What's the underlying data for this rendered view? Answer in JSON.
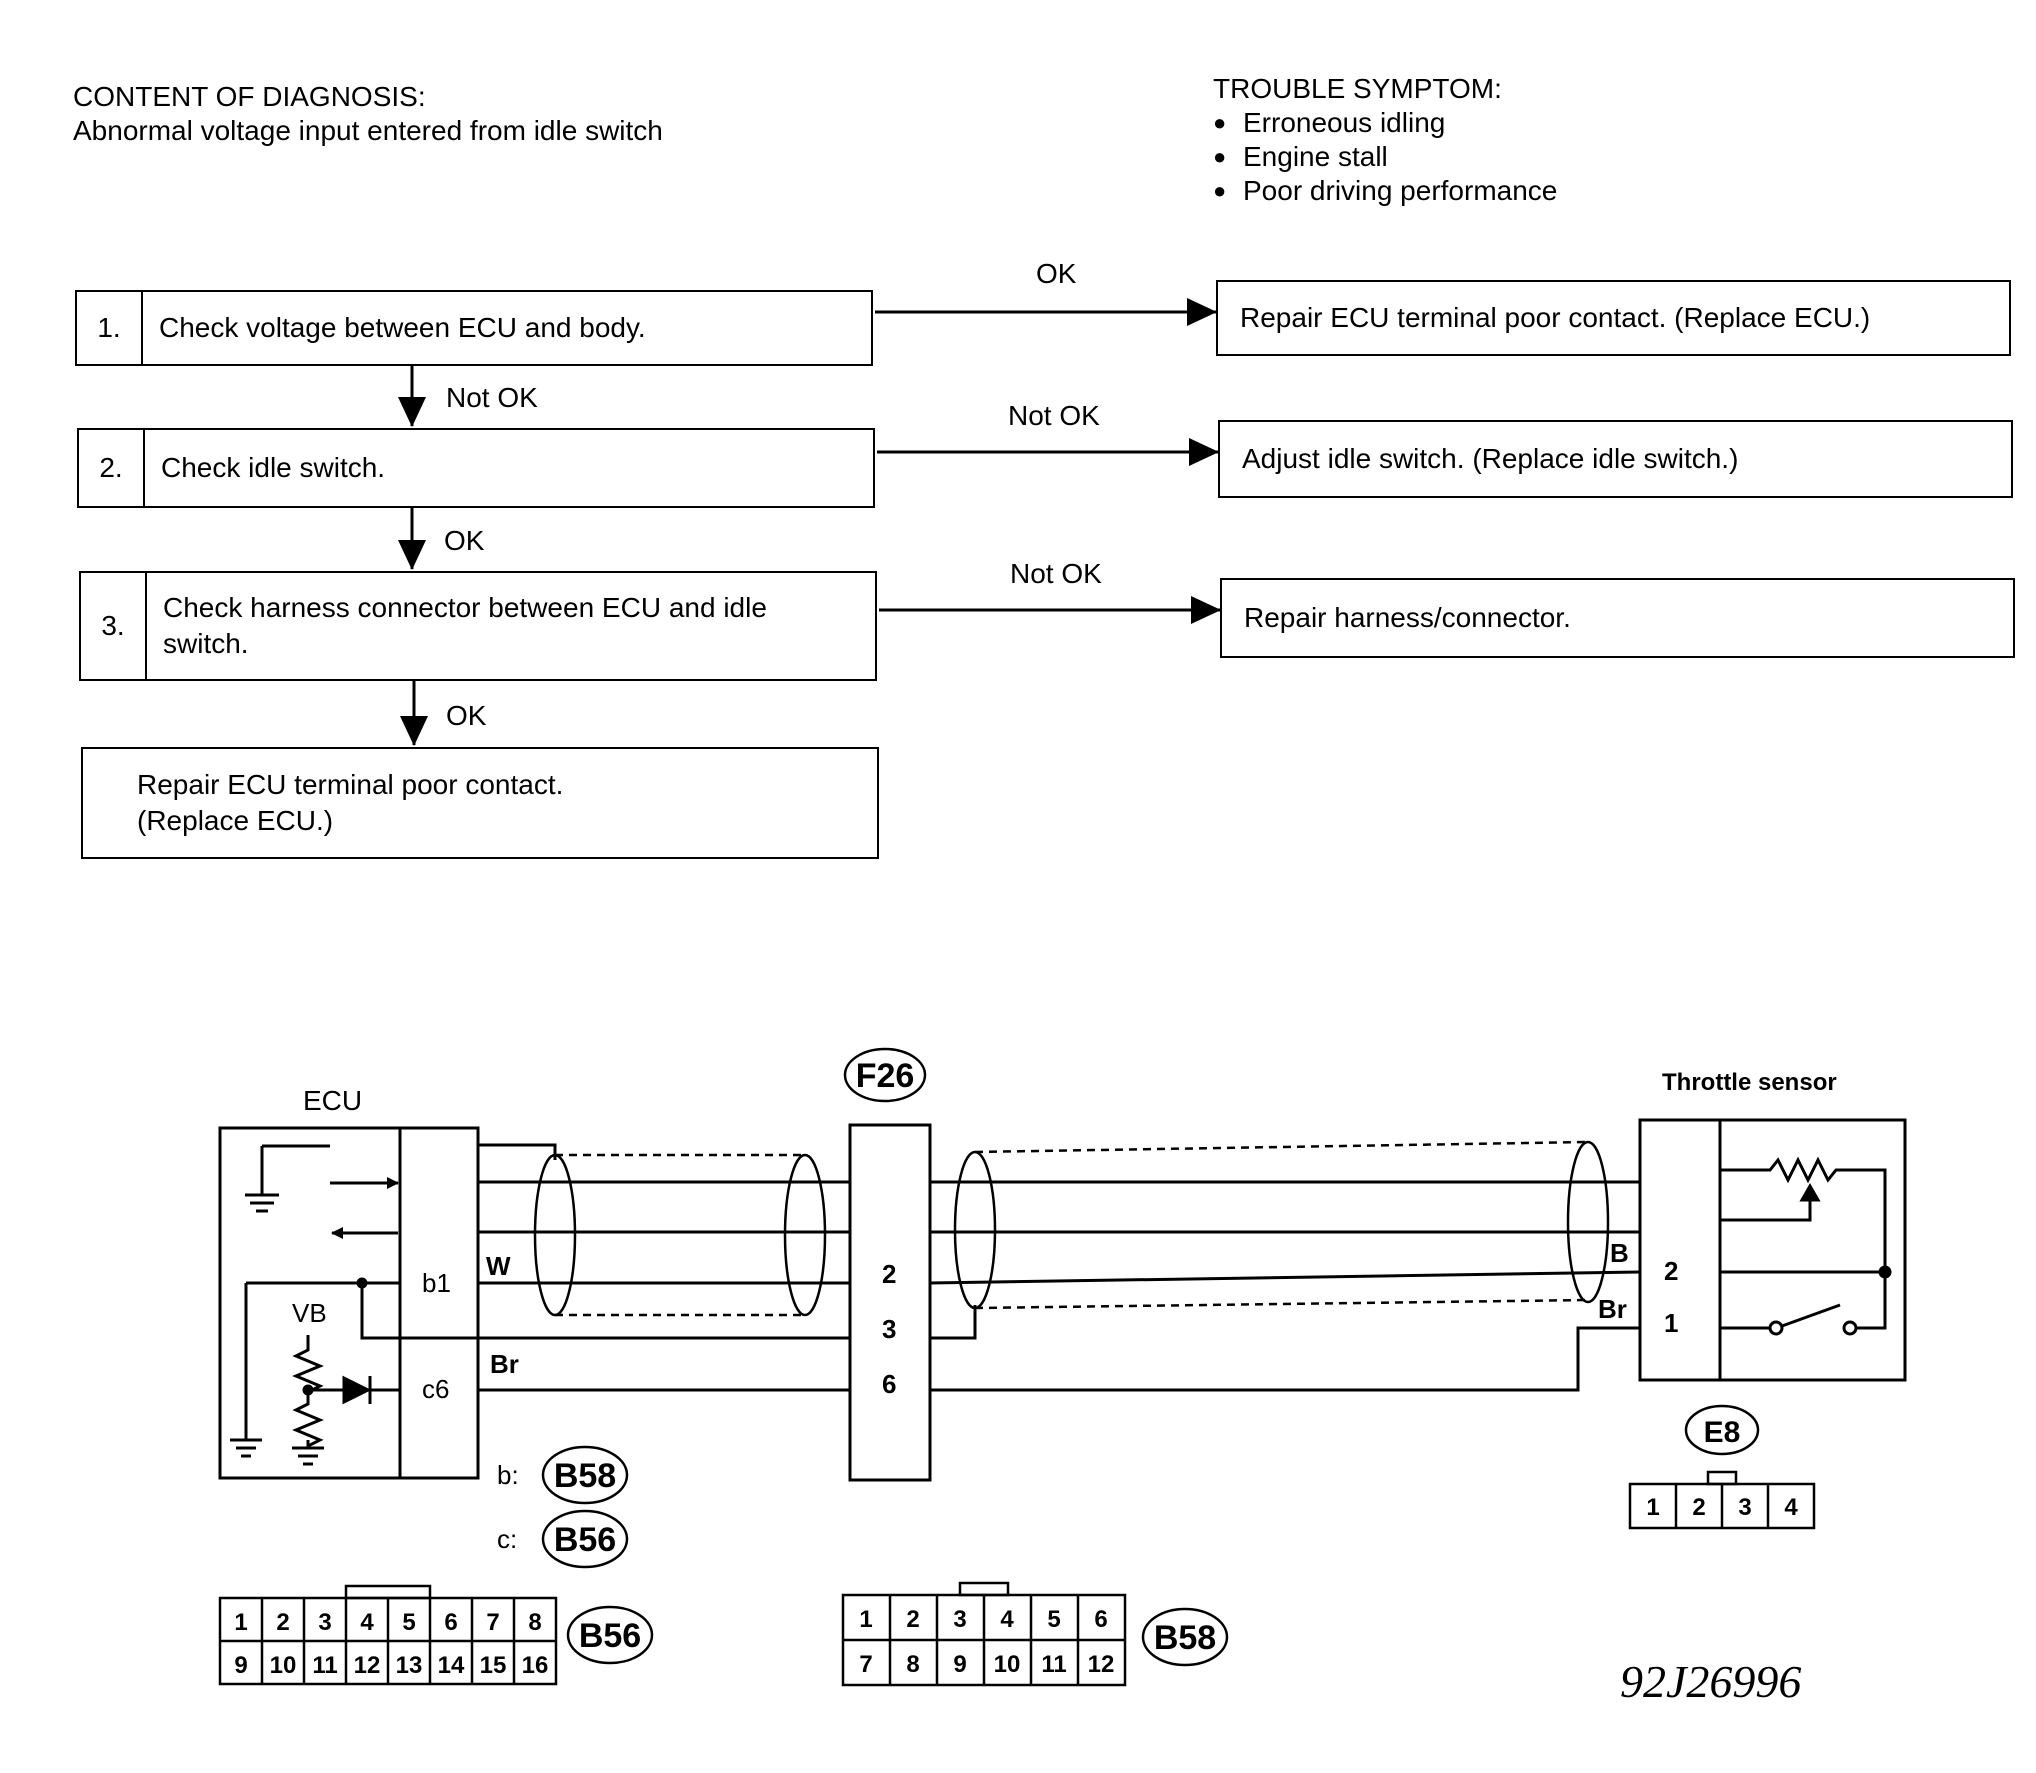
{
  "header": {
    "content_title": "CONTENT OF DIAGNOSIS:",
    "content_text": "Abnormal voltage input entered from idle switch",
    "symptom_title": "TROUBLE SYMPTOM:",
    "symptoms": [
      "Erroneous idling",
      "Engine stall",
      "Poor driving performance"
    ]
  },
  "flow": {
    "steps": [
      {
        "num": "1.",
        "text": "Check voltage between ECU and body."
      },
      {
        "num": "2.",
        "text": "Check idle switch."
      },
      {
        "num": "3.",
        "text": "Check harness connector between ECU and idle switch."
      }
    ],
    "final": "Repair ECU terminal poor contact.\n(Replace ECU.)",
    "results": [
      "Repair ECU terminal poor contact. (Replace ECU.)",
      "Adjust idle switch. (Replace idle switch.)",
      "Repair harness/connector."
    ],
    "branch_labels": [
      "OK",
      "Not OK",
      "Not OK"
    ],
    "down_labels": [
      "Not OK",
      "OK",
      "OK"
    ]
  },
  "schematic": {
    "ecu_label": "ECU",
    "vb_label": "VB",
    "pin_b1": "b1",
    "pin_c6": "c6",
    "wire_w": "W",
    "wire_br": "Br",
    "wire_b": "B",
    "wire_br2": "Br",
    "f26": "F26",
    "f26_pins": [
      "2",
      "3",
      "6"
    ],
    "throttle_label": "Throttle sensor",
    "ts_pins": [
      "2",
      "1"
    ],
    "b_prefix": "b:",
    "c_prefix": "c:",
    "b_conn": "B58",
    "c_conn": "B56",
    "e8": "E8",
    "e8_pins": [
      "1",
      "2",
      "3",
      "4"
    ],
    "b56_row1": [
      "1",
      "2",
      "3",
      "4",
      "5",
      "6",
      "7",
      "8"
    ],
    "b56_row2": [
      "9",
      "10",
      "11",
      "12",
      "13",
      "14",
      "15",
      "16"
    ],
    "b56_label": "B56",
    "b58_row1": [
      "1",
      "2",
      "3",
      "4",
      "5",
      "6"
    ],
    "b58_row2": [
      "7",
      "8",
      "9",
      "10",
      "11",
      "12"
    ],
    "b58_label": "B58"
  },
  "figure_id": "92J26996"
}
